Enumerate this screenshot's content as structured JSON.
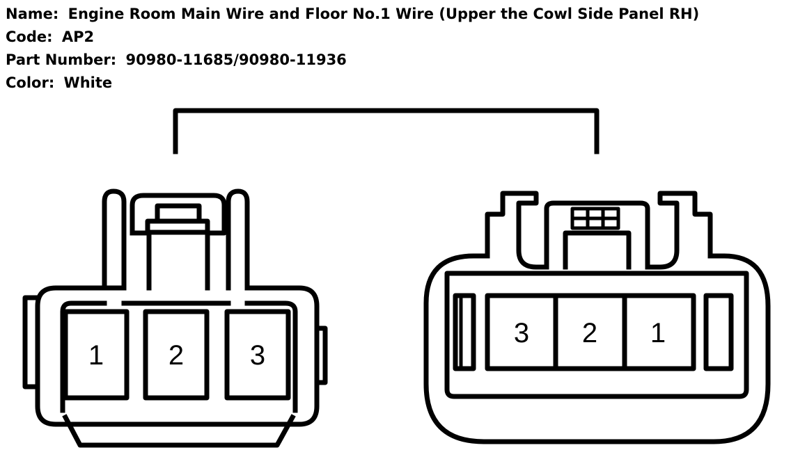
{
  "info": {
    "name_label": "Name:",
    "name_value": "Engine Room Main Wire and Floor No.1 Wire (Upper the Cowl Side Panel RH)",
    "code_label": "Code:",
    "code_value": "AP2",
    "part_label": "Part Number:",
    "part_value": "90980-11685/90980-11936",
    "color_label": "Color:",
    "color_value": "White"
  },
  "connectors": {
    "left": {
      "pins": [
        "1",
        "2",
        "3"
      ]
    },
    "right": {
      "pins": [
        "3",
        "2",
        "1"
      ]
    }
  },
  "colors": {
    "line": "#000000",
    "background": "#ffffff"
  }
}
